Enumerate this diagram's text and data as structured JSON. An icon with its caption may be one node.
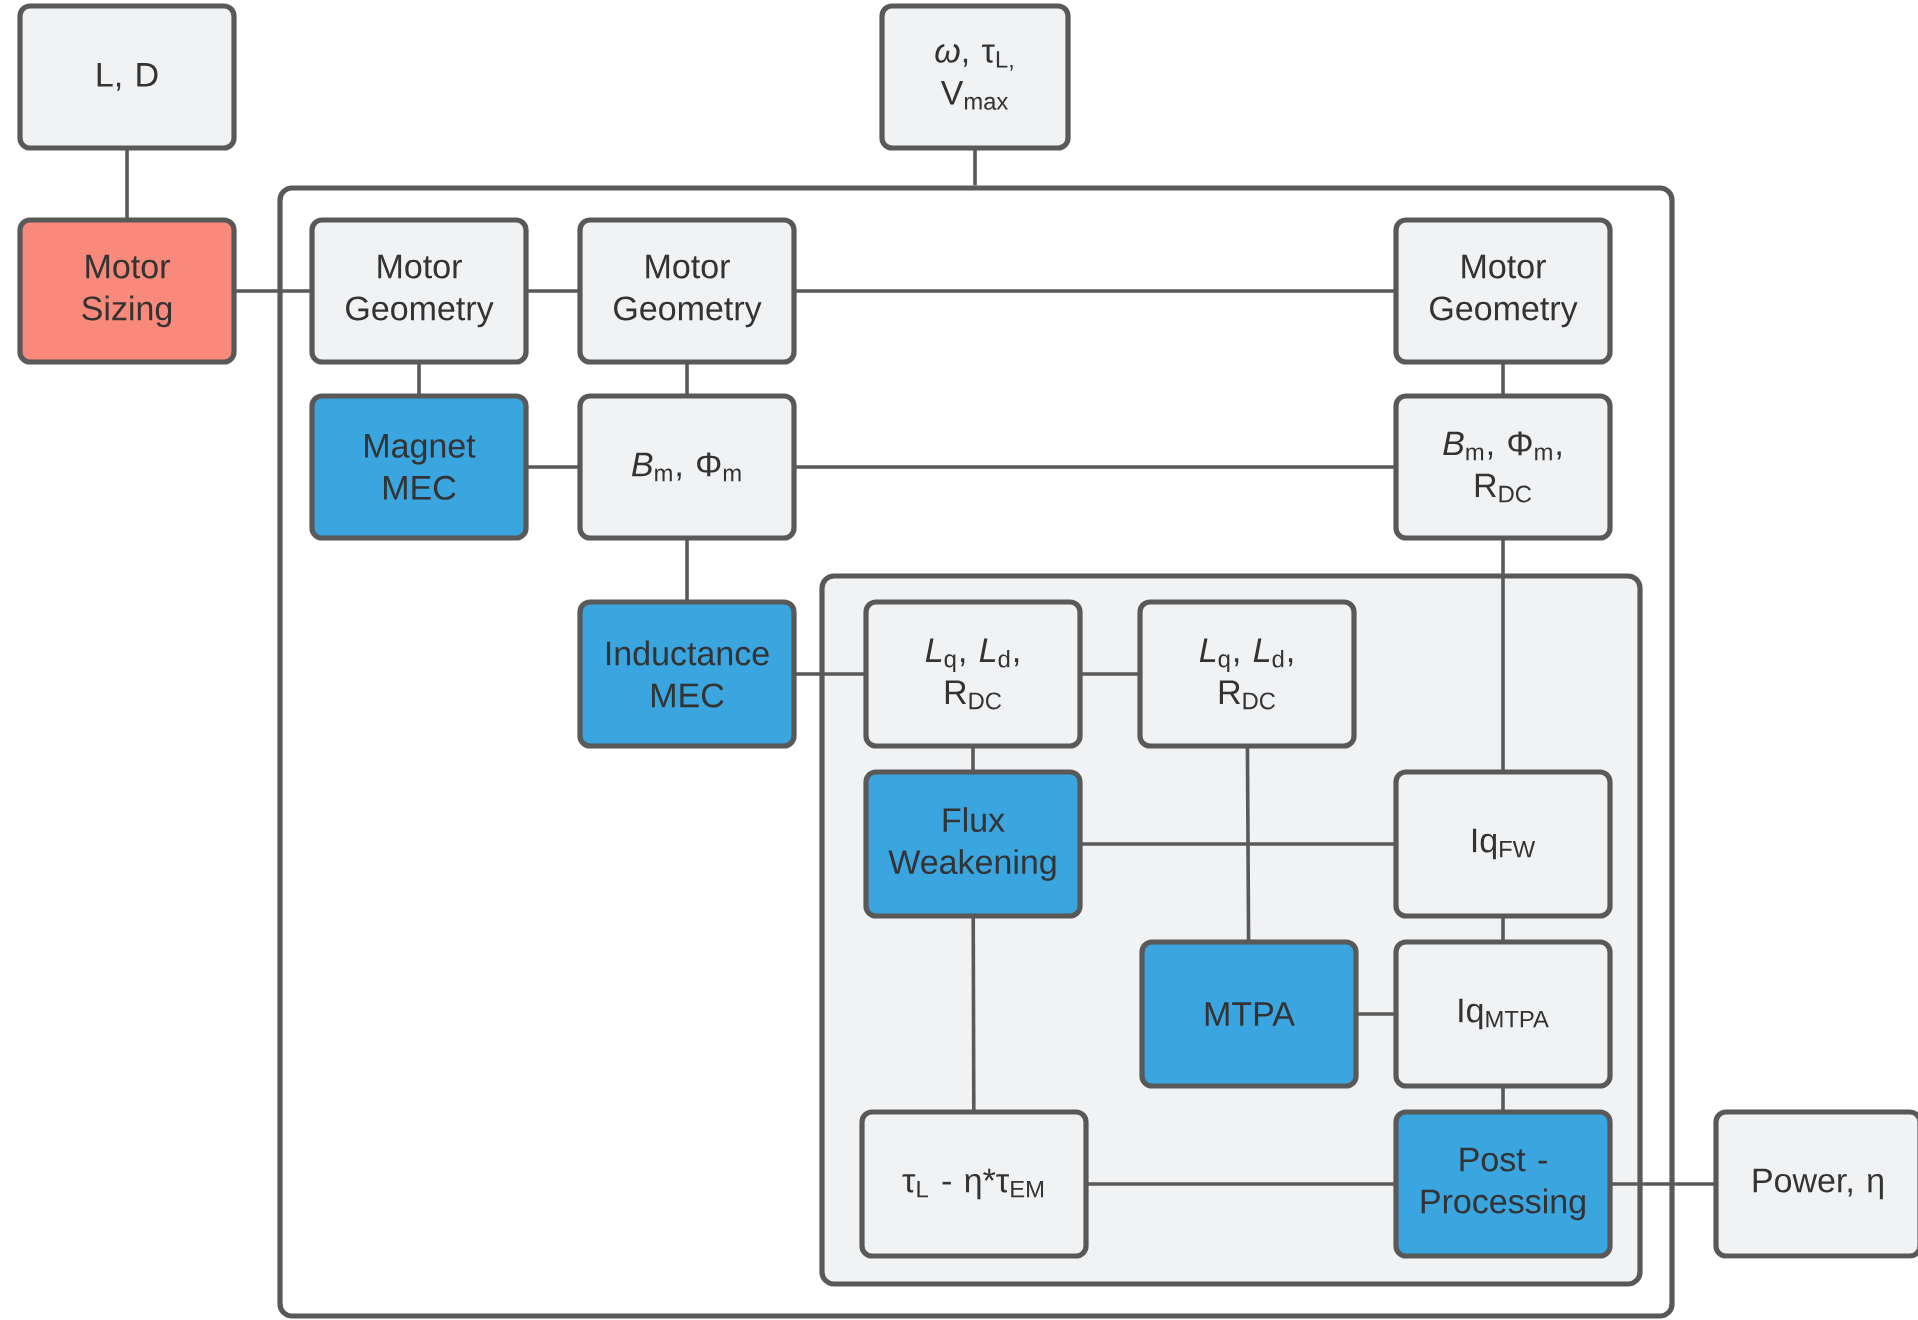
{
  "diagram": {
    "nodes": [
      {
        "text": [
          "L, D"
        ]
      },
      {
        "text": [
          "*ω*, τ$_{L,}$ V$_{max}$"
        ]
      },
      {
        "text": [
          "Motor Sizing"
        ]
      },
      {
        "text": [],
        "shape": "box"
      },
      {
        "text": [
          "Motor Geometry"
        ],
        "in": 3
      },
      {
        "text": [
          "Motor Geometry"
        ],
        "in": 3
      },
      {
        "text": [
          "Motor Geometry"
        ],
        "in": 3
      },
      {
        "text": [
          "Magnet MEC"
        ],
        "in": 3
      },
      {
        "text": [
          "*B*$_{m}$, Φ$_{m}$"
        ],
        "in": 3
      },
      {
        "text": [
          "*B*$_{m}$, Φ$_{m}$, R$_{DC}$"
        ],
        "in": 3
      },
      {
        "text": [
          "Inductance MEC"
        ],
        "in": 3
      },
      {
        "text": [],
        "shape": "box",
        "in": 3
      },
      {
        "text": [
          "*L*$_{q}$, *L*$_{d}$, R$_{DC}$"
        ],
        "in": 11
      },
      {
        "text": [
          "*L*$_{q}$, *L*$_{d}$, R$_{DC}$"
        ],
        "in": 11
      },
      {
        "text": [
          "Flux Weakening"
        ],
        "in": 11
      },
      {
        "text": [
          "Iq$_{FW}$"
        ],
        "in": 11
      },
      {
        "text": [
          "MTPA"
        ],
        "in": 11
      },
      {
        "text": [
          "Iq$_{MTPA}$"
        ],
        "in": 11
      },
      {
        "text": [
          "τ$_{L}$ - η*τ$_{EM}$"
        ],
        "in": 11
      },
      {
        "text": [
          "Post - Processing"
        ],
        "in": 11
      },
      {
        "text": [
          "Power, η"
        ]
      }
    ],
    "edges": [
      {
        "from": 0,
        "to": 2,
        "arrow": "none"
      },
      {
        "from": 1,
        "to": 3,
        "arrow": "none"
      },
      {
        "from": 2,
        "to": 4,
        "arrow": "none"
      },
      {
        "from": 4,
        "to": 5,
        "arrow": "none"
      },
      {
        "from": 5,
        "to": 6,
        "arrow": "none"
      },
      {
        "from": 4,
        "to": 7,
        "arrow": "none"
      },
      {
        "from": 7,
        "to": 8,
        "arrow": "none"
      },
      {
        "from": 5,
        "to": 8,
        "arrow": "none"
      },
      {
        "from": 8,
        "to": 9,
        "arrow": "none"
      },
      {
        "from": 6,
        "to": 9,
        "arrow": "none"
      },
      {
        "from": 8,
        "to": 10,
        "arrow": "none"
      },
      {
        "from": 10,
        "to": 12,
        "arrow": "none"
      },
      {
        "from": 12,
        "to": 13,
        "arrow": "none"
      },
      {
        "from": 12,
        "to": 14,
        "arrow": "none"
      },
      {
        "from": 13,
        "to": 16,
        "arrow": "none"
      },
      {
        "from": 14,
        "to": 15,
        "arrow": "none"
      },
      {
        "from": 9,
        "to": 15,
        "arrow": "none"
      },
      {
        "from": 15,
        "to": 17,
        "arrow": "none"
      },
      {
        "from": 16,
        "to": 17,
        "arrow": "none"
      },
      {
        "from": 17,
        "to": 19,
        "arrow": "none"
      },
      {
        "from": 14,
        "to": 18,
        "arrow": "none"
      },
      {
        "from": 18,
        "to": 19,
        "arrow": "none"
      },
      {
        "from": 19,
        "to": 20,
        "arrow": "none"
      }
    ]
  }
}
